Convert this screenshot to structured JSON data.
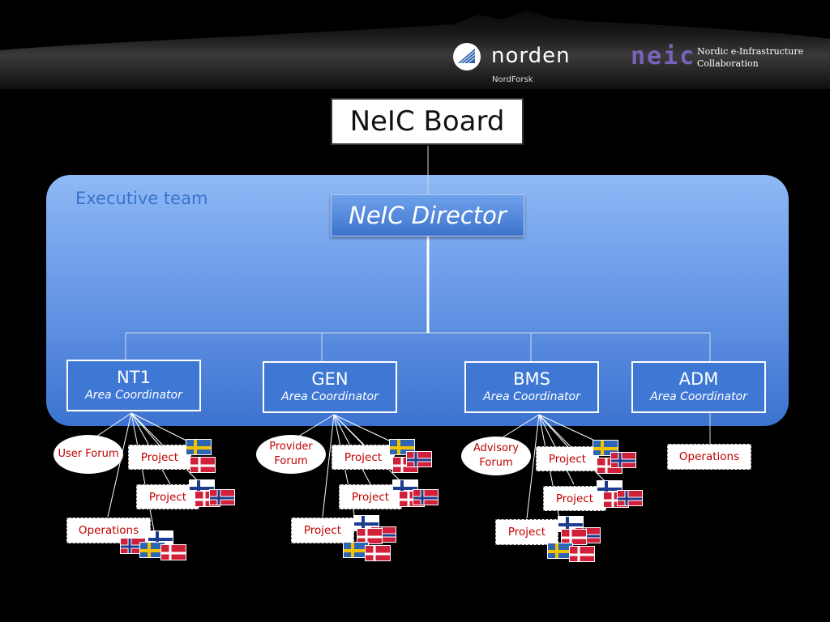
{
  "logos": {
    "norden": {
      "name": "norden",
      "sub": "NordForsk"
    },
    "neic": {
      "mark": "neic",
      "line1": "Nordic e-Infrastructure",
      "line2": "Collaboration"
    }
  },
  "board": {
    "label": "NeIC Board"
  },
  "executive": {
    "label": "Executive team"
  },
  "director": {
    "label": "NeIC Director"
  },
  "areas": [
    {
      "name": "NT1",
      "role": "Area Coordinator"
    },
    {
      "name": "GEN",
      "role": "Area Coordinator"
    },
    {
      "name": "BMS",
      "role": "Area Coordinator"
    },
    {
      "name": "ADM",
      "role": "Area Coordinator"
    }
  ],
  "forums": [
    {
      "label": "User Forum"
    },
    {
      "label": "Provider Forum"
    },
    {
      "label": "Advisory Forum"
    }
  ],
  "leaf_labels": {
    "project": "Project",
    "operations": "Operations"
  },
  "flag_icons": [
    "sweden-flag-icon",
    "denmark-flag-icon",
    "norway-flag-icon",
    "finland-flag-icon"
  ],
  "colors": {
    "exec_panel": "#6a9ae8",
    "area_box": "#3e78d4",
    "leaf_text": "#c00000",
    "logo_neic": "#7a62b8"
  }
}
